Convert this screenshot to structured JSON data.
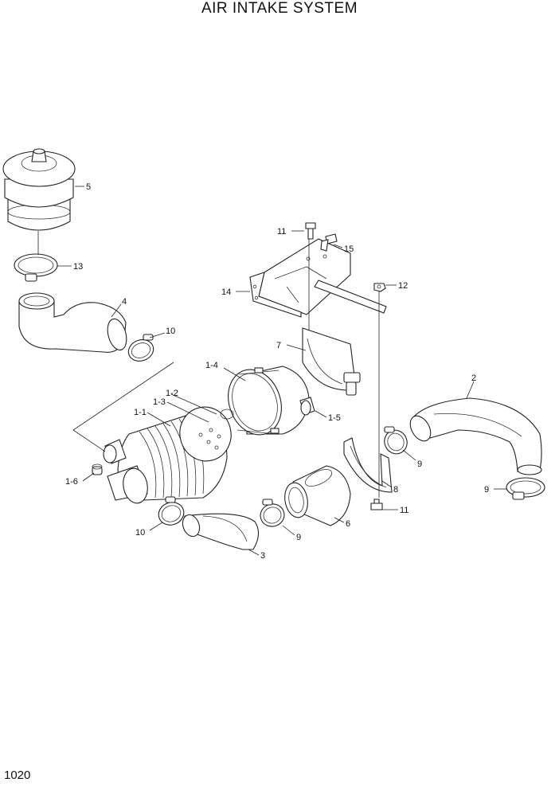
{
  "title": "AIR INTAKE SYSTEM",
  "page_number": "1020",
  "callouts": {
    "c1_1": "1-1",
    "c1_2": "1-2",
    "c1_3": "1-3",
    "c1_4": "1-4",
    "c1_5": "1-5",
    "c1_6": "1-6",
    "c2": "2",
    "c3": "3",
    "c4": "4",
    "c5": "5",
    "c6": "6",
    "c7": "7",
    "c8": "8",
    "c9a": "9",
    "c9b": "9",
    "c9c": "9",
    "c10a": "10",
    "c10b": "10",
    "c11a": "11",
    "c11b": "11",
    "c12": "12",
    "c13": "13",
    "c14": "14",
    "c15": "15"
  }
}
